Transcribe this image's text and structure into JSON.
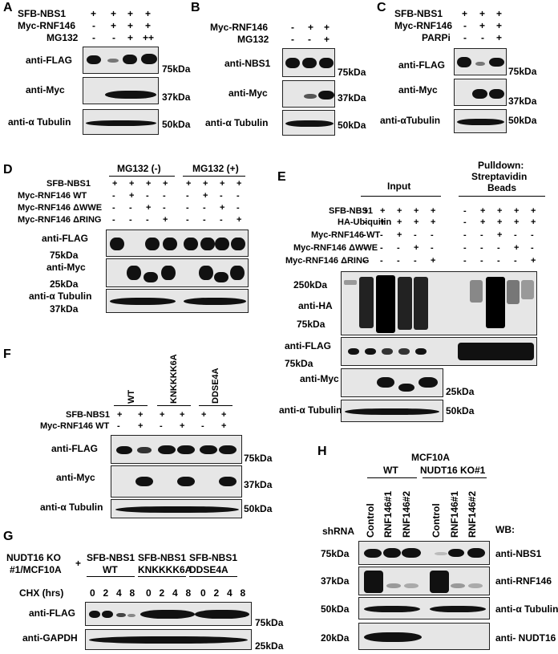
{
  "panels": {
    "A": {
      "letter": "A",
      "conditions": [
        {
          "label": "SFB-NBS1",
          "marks": [
            "+",
            "+",
            "+",
            "+"
          ]
        },
        {
          "label": "Myc-RNF146",
          "marks": [
            "-",
            "+",
            "+",
            "+"
          ]
        },
        {
          "label": "MG132",
          "marks": [
            "-",
            "-",
            "+",
            "++"
          ]
        }
      ],
      "blots": [
        "anti-FLAG",
        "anti-Myc",
        "anti-α Tubulin"
      ],
      "markers": [
        "75kDa",
        "37kDa",
        "50kDa"
      ]
    },
    "B": {
      "letter": "B",
      "conditions": [
        {
          "label": "Myc-RNF146",
          "marks": [
            "-",
            "+",
            "+"
          ]
        },
        {
          "label": "MG132",
          "marks": [
            "-",
            "-",
            "+"
          ]
        }
      ],
      "blots": [
        "anti-NBS1",
        "anti-Myc",
        "anti-α Tubulin"
      ],
      "markers": [
        "75kDa",
        "37kDa",
        "50kDa"
      ]
    },
    "C": {
      "letter": "C",
      "conditions": [
        {
          "label": "SFB-NBS1",
          "marks": [
            "+",
            "+",
            "+"
          ]
        },
        {
          "label": "Myc-RNF146",
          "marks": [
            "-",
            "+",
            "+"
          ]
        },
        {
          "label": "PARPi",
          "marks": [
            "-",
            "-",
            "+"
          ]
        }
      ],
      "blots": [
        "anti-FLAG",
        "anti-Myc",
        "anti-αTubulin"
      ],
      "markers": [
        "75kDa",
        "37kDa",
        "50kDa"
      ]
    },
    "D": {
      "letter": "D",
      "groups": [
        "MG132 (-)",
        "MG132 (+)"
      ],
      "conditions": [
        {
          "label": "SFB-NBS1",
          "marks": [
            "+",
            "+",
            "+",
            "+",
            "+",
            "+",
            "+",
            "+"
          ]
        },
        {
          "label": "Myc-RNF146 WT",
          "marks": [
            "-",
            "+",
            "-",
            "-",
            "-",
            "+",
            "-",
            "-"
          ]
        },
        {
          "label": "Myc-RNF146 ΔWWE",
          "marks": [
            "-",
            "-",
            "+",
            "-",
            "-",
            "-",
            "+",
            "-"
          ]
        },
        {
          "label": "Myc-RNF146 ΔRING",
          "marks": [
            "-",
            "-",
            "-",
            "+",
            "-",
            "-",
            "-",
            "+"
          ]
        }
      ],
      "blots": [
        "anti-FLAG",
        "anti-Myc",
        "anti-α Tubulin"
      ],
      "markers": [
        "75kDa",
        "25kDa",
        "37kDa"
      ]
    },
    "E": {
      "letter": "E",
      "groups": [
        "Input",
        "Pulldown:",
        "Streptavidin",
        "Beads"
      ],
      "conditions": [
        {
          "label": "SFB-NBS1",
          "marks": [
            "+",
            "+",
            "+",
            "+",
            "+",
            "-",
            "+",
            "+",
            "+",
            "+",
            "+"
          ]
        },
        {
          "label": "HA-Ubiquitin",
          "marks": [
            "-",
            "+",
            "+",
            "+",
            "+",
            "-",
            "+",
            "+",
            "+",
            "+",
            "+"
          ]
        },
        {
          "label": "Myc-RNF146 WT",
          "marks": [
            "-",
            "-",
            "+",
            "-",
            "-",
            "-",
            "-",
            "+",
            "-",
            "-",
            "-"
          ]
        },
        {
          "label": "Myc-RNF146 ΔWWE",
          "marks": [
            "-",
            "-",
            "-",
            "+",
            "-",
            "-",
            "-",
            "-",
            "+",
            "-",
            "-"
          ]
        },
        {
          "label": "Myc-RNF146 ΔRING",
          "marks": [
            "-",
            "-",
            "-",
            "-",
            "+",
            "-",
            "-",
            "-",
            "-",
            "+",
            "+"
          ]
        }
      ],
      "blots": [
        "anti-HA",
        "anti-FLAG",
        "anti-Myc",
        "anti-α Tubulin"
      ],
      "markers": [
        "250kDa",
        "75kDa",
        "75kDa",
        "25kDa",
        "50kDa"
      ]
    },
    "F": {
      "letter": "F",
      "groups": [
        "WT",
        "KNKKKK6A",
        "DDSE4A"
      ],
      "conditions": [
        {
          "label": "SFB-NBS1",
          "marks": [
            "+",
            "+",
            "+",
            "+",
            "+",
            "+"
          ]
        },
        {
          "label": "Myc-RNF146 WT",
          "marks": [
            "-",
            "+",
            "-",
            "+",
            "-",
            "+"
          ]
        }
      ],
      "blots": [
        "anti-FLAG",
        "anti-Myc",
        "anti-α Tubulin"
      ],
      "markers": [
        "75kDa",
        "37kDa",
        "50kDa"
      ]
    },
    "G": {
      "letter": "G",
      "cell_line": "NUDT16 KO",
      "cell_line2": "#1/MCF10A",
      "plus": "+",
      "groups": [
        {
          "top": "SFB-NBS1",
          "bottom": "WT"
        },
        {
          "top": "SFB-NBS1",
          "bottom": "KNKKKK6A"
        },
        {
          "top": "SFB-NBS1",
          "bottom": "DDSE4A"
        }
      ],
      "chx_label": "CHX (hrs)",
      "times": [
        "0",
        "2",
        "4",
        "8",
        "0",
        "2",
        "4",
        "8",
        "0",
        "2",
        "4",
        "8"
      ],
      "blots": [
        "anti-FLAG",
        "anti-GAPDH"
      ],
      "markers": [
        "75kDa",
        "25kDa"
      ]
    },
    "H": {
      "letter": "H",
      "title": "MCF10A",
      "groups": [
        "WT",
        "NUDT16 KO#1"
      ],
      "shrna_label": "shRNA",
      "wb_label": "WB:",
      "lanes": [
        "Control",
        "RNF146#1",
        "RNF146#2",
        "Control",
        "RNF146#1",
        "RNF146#2"
      ],
      "blots": [
        "anti-NBS1",
        "anti-RNF146",
        "anti-α Tubulin",
        "anti- NUDT16"
      ],
      "markers": [
        "75kDa",
        "37kDa",
        "50kDa",
        "20kDa"
      ]
    }
  }
}
